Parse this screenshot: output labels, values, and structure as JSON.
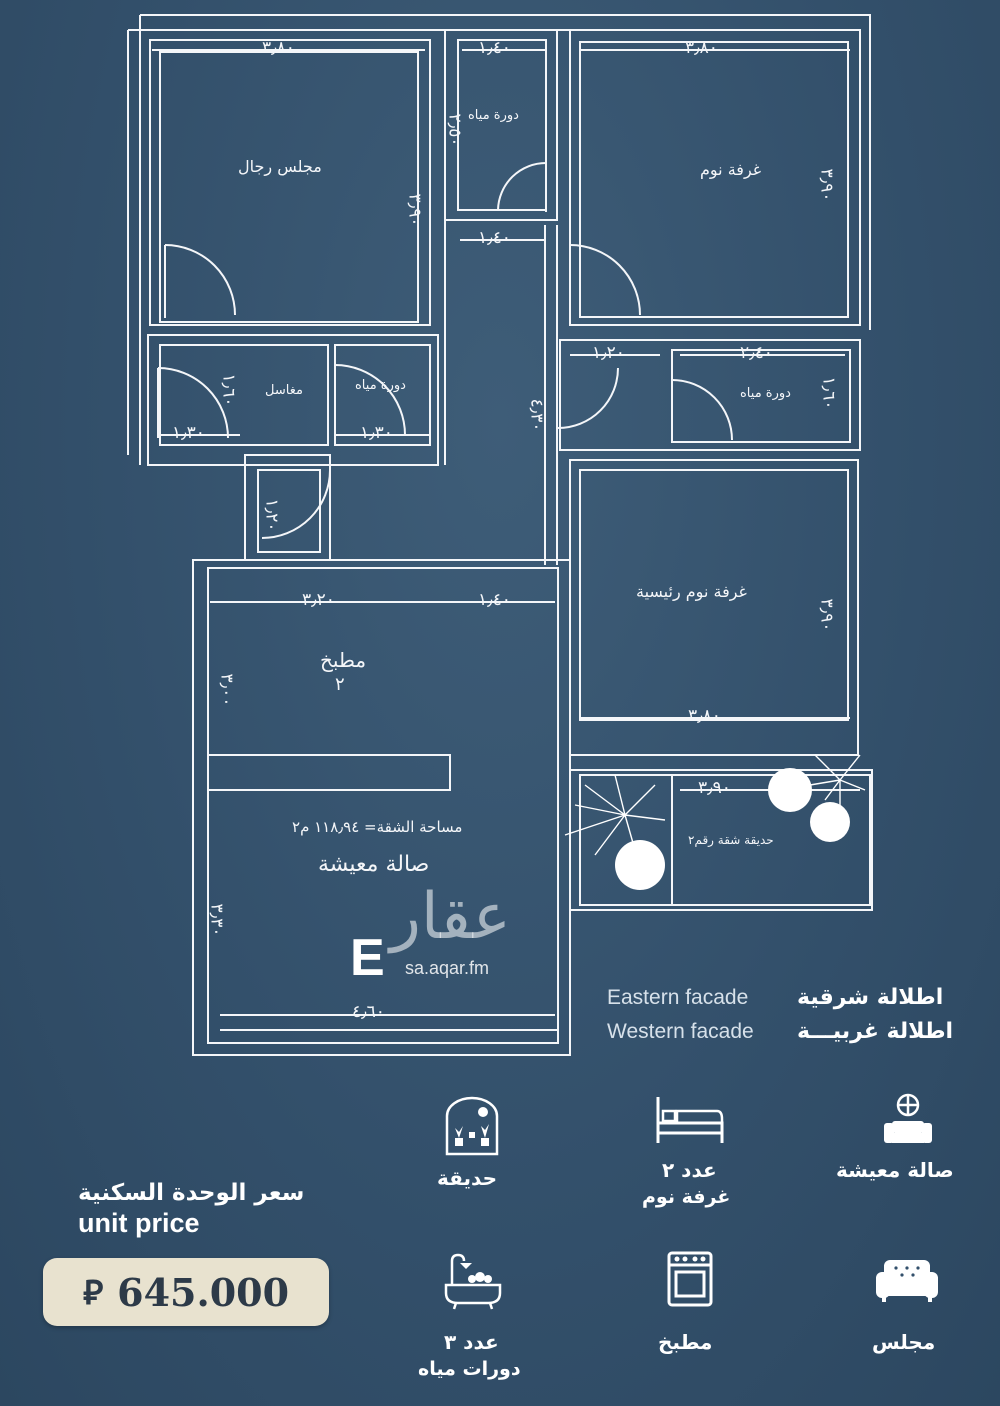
{
  "rooms": {
    "majlis": "مجلس رجال",
    "wc_top": "دورة مياه",
    "bedroom": "غرفة نوم",
    "sinks": "مغاسل",
    "wc_mid": "دورة مياه",
    "wc_right": "دورة مياه",
    "master_bedroom": "غرفة نوم رئيسية",
    "kitchen": "مطبخ",
    "kitchen_num": "٢",
    "area_note": "مساحة الشقة= ١١٨٫٩٤ م٢",
    "living": "صالة معيشة",
    "garden": "حديقة شقة رقم٢"
  },
  "dimensions": {
    "majlis_w": "٣٫٨٠",
    "wc_top_w": "١٫٤٠",
    "bedroom_w": "٣٫٨٠",
    "wc_top_h": "٢٫٥٠",
    "majlis_h": "٣٫٩٠",
    "bedroom_h": "٣٫٩٠",
    "corr_w": "١٫٤٠",
    "wc_right_door": "١٫٢٠",
    "wc_right_w": "٢٫٤٠",
    "wc_right_h": "١٫٦٠",
    "sinks_h": "١٫٦٠",
    "corr_h": "٤٫٣٠",
    "sinks_w": "١٫٣٠",
    "wc_mid_w": "١٫٣٠",
    "door_mid": "١٫٢٠",
    "kitchen_w": "٣٫٢٠",
    "kitchen_w2": "١٫٤٠",
    "master_h": "٣٫٩٠",
    "kitchen_h": "٣٫٠٠",
    "master_w": "٣٫٨٠",
    "garden_w": "٣٫٩٠",
    "living_h": "٣٫٣٠",
    "living_w": "٤٫٦٠"
  },
  "watermark": {
    "brand": "عقار",
    "url": "sa.aqar.fm",
    "compass": "E"
  },
  "facades": [
    {
      "en": "Eastern facade",
      "ar": "اطلالة شرقية"
    },
    {
      "en": "Western facade",
      "ar": "اطلالة غربيـــة"
    }
  ],
  "price": {
    "label_ar": "سعر الوحدة السكنية",
    "label_en": "unit price",
    "value": "645.000",
    "currency": "⃁"
  },
  "features": [
    {
      "icon": "garden-icon",
      "line1": "حديقة",
      "line2": ""
    },
    {
      "icon": "bed-icon",
      "line1": "عدد ٢",
      "line2": "غرفة نوم"
    },
    {
      "icon": "living-room-icon",
      "line1": "صالة معيشة",
      "line2": ""
    },
    {
      "icon": "bathtub-icon",
      "line1": "عدد ٣",
      "line2": "دورات مياه"
    },
    {
      "icon": "stove-icon",
      "line1": "مطبخ",
      "line2": ""
    },
    {
      "icon": "sofa-icon",
      "line1": "مجلس",
      "line2": ""
    }
  ],
  "colors": {
    "background": "#33506b",
    "lines": "#f4f6f9",
    "price_box": "#e8e2cf"
  }
}
